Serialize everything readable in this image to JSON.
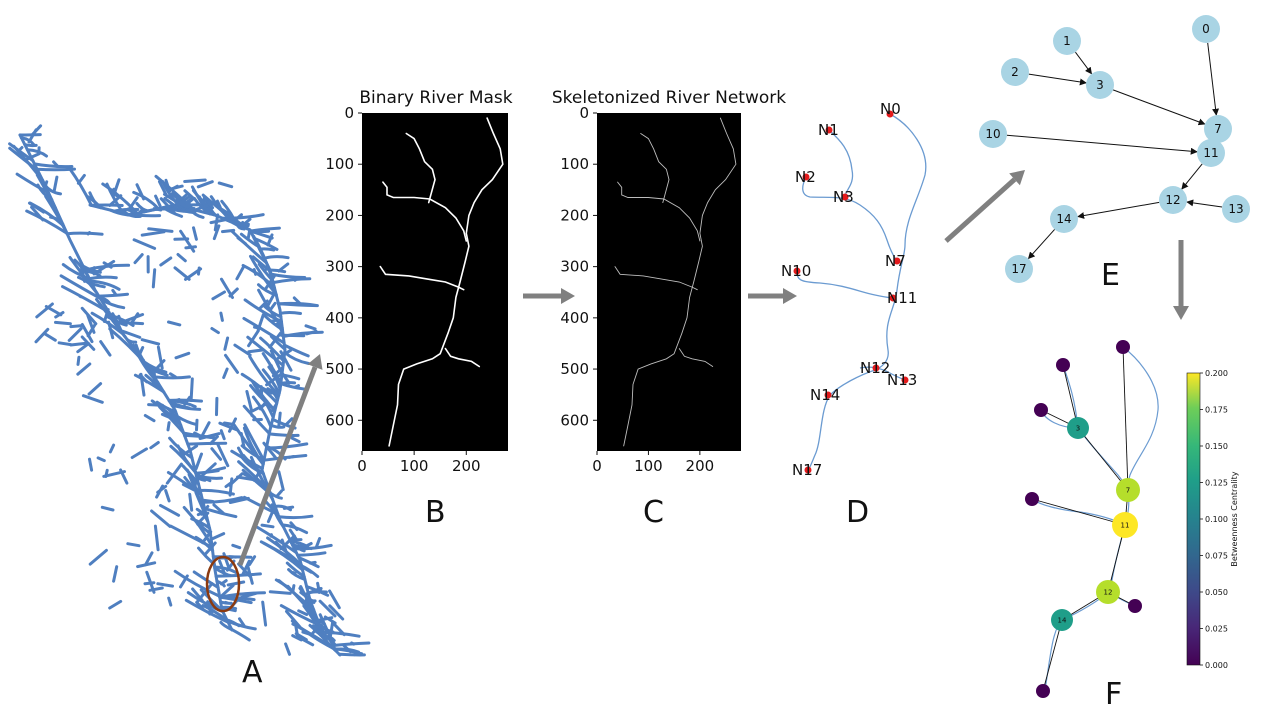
{
  "panels": {
    "a": {
      "letter": "A"
    },
    "b": {
      "letter": "B",
      "title": "Binary River Mask"
    },
    "c": {
      "letter": "C",
      "title": "Skeletonized River Network"
    },
    "d": {
      "letter": "D"
    },
    "e": {
      "letter": "E"
    },
    "f": {
      "letter": "F"
    }
  },
  "image_axes": {
    "y_ticks": [
      "0",
      "100",
      "200",
      "300",
      "400",
      "500",
      "600"
    ],
    "x_ticks": [
      "0",
      "100",
      "200"
    ]
  },
  "network_d": {
    "labels": [
      "N0",
      "N1",
      "N2",
      "N3",
      "N7",
      "N10",
      "N11",
      "N12",
      "N13",
      "N14",
      "N17"
    ]
  },
  "graph_e": {
    "nodes": [
      "0",
      "1",
      "2",
      "3",
      "7",
      "10",
      "11",
      "12",
      "13",
      "14",
      "17"
    ],
    "edges": [
      [
        "1",
        "3"
      ],
      [
        "2",
        "3"
      ],
      [
        "3",
        "7"
      ],
      [
        "0",
        "7"
      ],
      [
        "7",
        "11"
      ],
      [
        "10",
        "11"
      ],
      [
        "11",
        "12"
      ],
      [
        "13",
        "12"
      ],
      [
        "12",
        "14"
      ],
      [
        "14",
        "17"
      ]
    ]
  },
  "graph_f": {
    "labeled_nodes": [
      "3",
      "7",
      "11",
      "12",
      "14"
    ],
    "colorbar": {
      "label": "Betweenness Centrality",
      "ticks": [
        "0.000",
        "0.025",
        "0.050",
        "0.075",
        "0.100",
        "0.125",
        "0.150",
        "0.175",
        "0.200"
      ]
    }
  },
  "colors": {
    "river": "#4f7fc0",
    "edge_line": "#6b9bd1",
    "arrow": "#808080",
    "circle_highlight": "#8b3a10",
    "node_e": "#a9d4e4",
    "marker": "#e31a1c"
  }
}
